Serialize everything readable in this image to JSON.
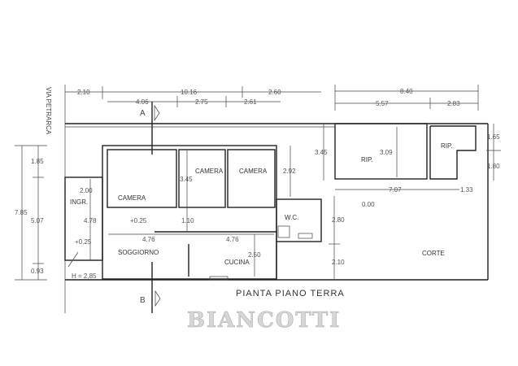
{
  "plan": {
    "title": "PIANTA PIANO TERRA",
    "watermark": "BIANCOTTI",
    "street": "VIA PETRARCA",
    "section_marks": [
      "A",
      "B"
    ],
    "rooms": {
      "camera_1": "CAMERA",
      "camera_2": "CAMERA",
      "camera_3": "CAMERA",
      "ingresso": "INGR.",
      "soggiorno": "SOGGIORNO",
      "cucina": "CUCINA",
      "wc": "W.C.",
      "rip_1": "RIP.",
      "rip_2": "RIP.",
      "corte": "CORTE"
    },
    "levels": {
      "l1": "+0.25",
      "l2": "+0.25",
      "l3": "0.00"
    },
    "height_note": "H = 2,85",
    "dimensions": {
      "top_a": "2.10",
      "top_b": "10.16",
      "top_c": "2.60",
      "row2_a": "4.06",
      "row2_b": "2.75",
      "row2_c": "2.61",
      "right_total": "8.40",
      "right_a": "5.57",
      "right_b": "2.83",
      "left_total": "7.85",
      "left_a": "1.85",
      "left_b": "5.07",
      "left_c": "0.93",
      "ingr_w": "2.00",
      "ingr_h": "4.78",
      "cam_h": "3.45",
      "cam3_w": "2.92",
      "corr": "1.10",
      "sogg_w": "4.76",
      "cuc_w": "4.76",
      "cuc_h": "2.50",
      "wc_h": "2.80",
      "corte_h": "2.10",
      "rip_h": "3.45",
      "rip_inner": "3.09",
      "rip_w": "7.07",
      "rip_gap": "1.33",
      "rip2_a": "1.65",
      "rip2_b": "1.80"
    }
  }
}
